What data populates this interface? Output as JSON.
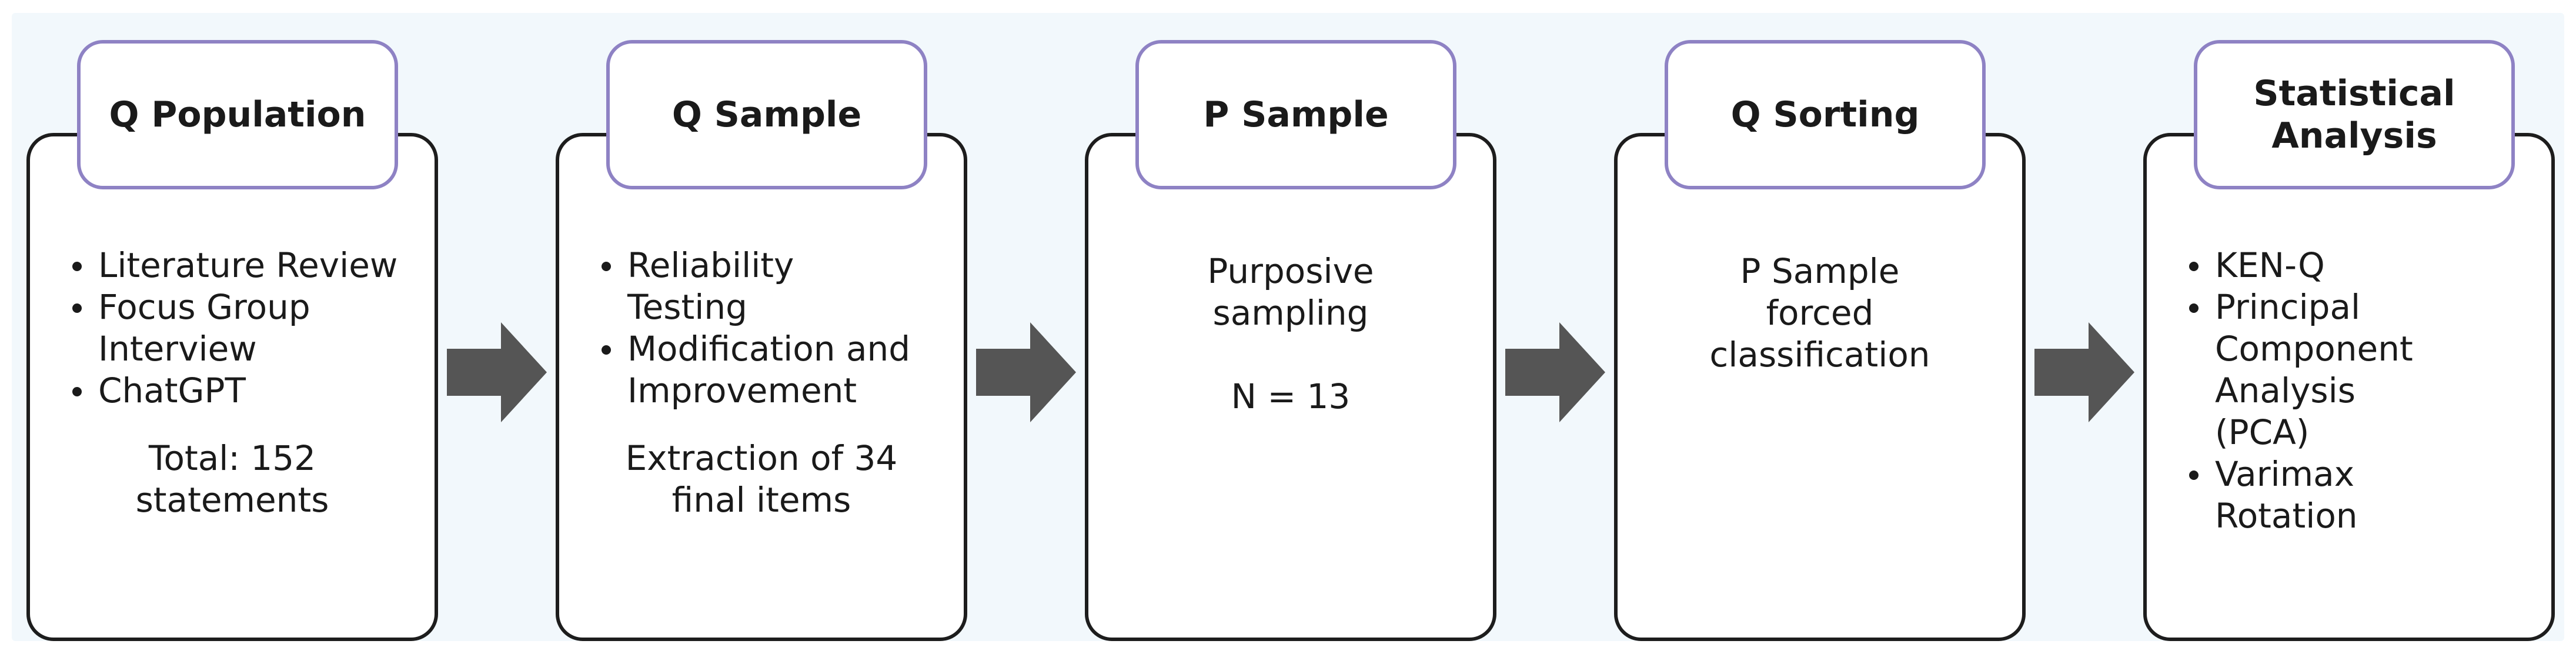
{
  "stages": [
    {
      "title": "Q Population",
      "bullets": [
        "Literature Review",
        "Focus Group Interview",
        "ChatGPT"
      ],
      "note": "Total: 152 statements"
    },
    {
      "title": "Q Sample",
      "bullets": [
        "Reliability Testing",
        "Modification and Improvement"
      ],
      "note": "Extraction of 34 final items"
    },
    {
      "title": "P Sample",
      "text_lines": [
        "Purposive sampling",
        "N = 13"
      ]
    },
    {
      "title": "Q Sorting",
      "text_lines": [
        "P Sample forced classification"
      ]
    },
    {
      "title": "Statistical Analysis",
      "bullets": [
        "KEN-Q",
        "Principal Component Analysis (PCA)",
        "Varimax Rotation"
      ]
    }
  ],
  "colors": {
    "header_border": "#8e82c4",
    "box_border": "#1d1d1d",
    "arrow": "#555555",
    "background": "#f2f8fc"
  },
  "icons": [
    "right-arrow-icon",
    "right-arrow-icon",
    "right-arrow-icon",
    "right-arrow-icon"
  ]
}
